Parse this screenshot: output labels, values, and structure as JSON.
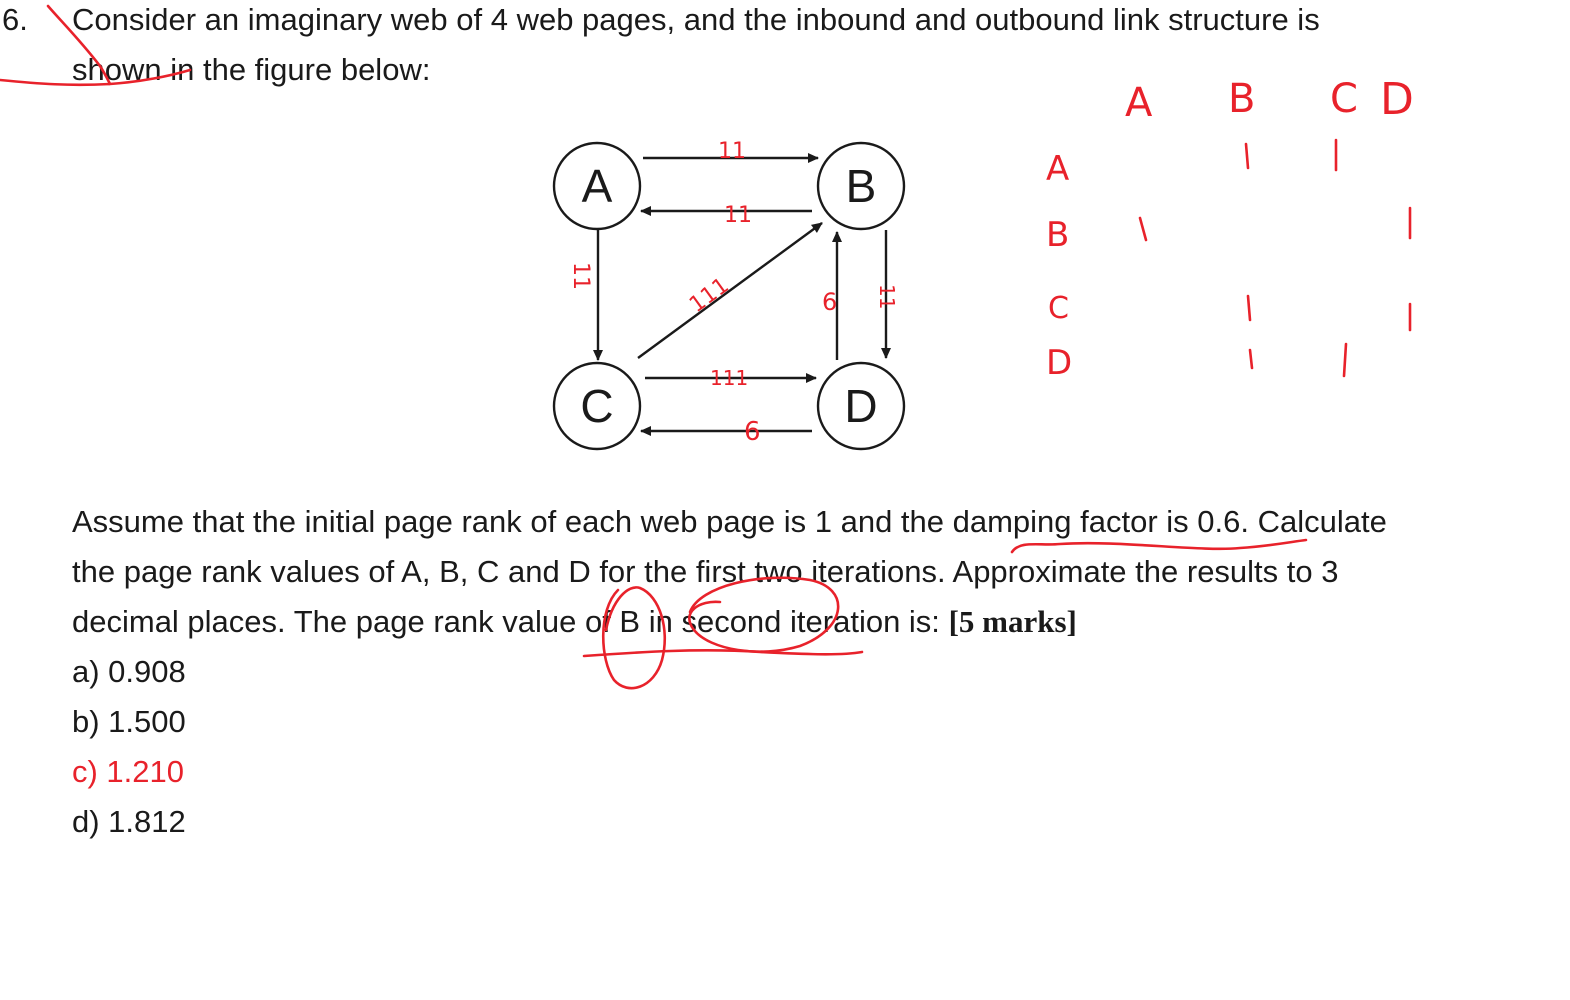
{
  "question": {
    "number": "6.",
    "intro_line1": "Consider an imaginary web of 4 web pages, and the inbound and outbound link structure is",
    "intro_line2": "shown in the figure below:",
    "body_line1": "Assume that the initial page rank of each web page is 1 and the damping factor is 0.6. Calculate",
    "body_line2": "the page rank values of A, B, C and D for the first two iterations. Approximate the results to 3",
    "body_line3": "decimal places. The page rank value of B in second iteration is:",
    "marks": "[5 marks]"
  },
  "options": [
    {
      "label": "a) 0.908"
    },
    {
      "label": "b) 1.500"
    },
    {
      "label": "c) 1.210"
    },
    {
      "label": "d) 1.812"
    }
  ],
  "diagram": {
    "nodes": [
      "A",
      "B",
      "C",
      "D"
    ],
    "edges": [
      {
        "from": "A",
        "to": "B"
      },
      {
        "from": "B",
        "to": "A"
      },
      {
        "from": "A",
        "to": "C"
      },
      {
        "from": "C",
        "to": "B"
      },
      {
        "from": "D",
        "to": "B"
      },
      {
        "from": "B",
        "to": "D"
      },
      {
        "from": "C",
        "to": "D"
      },
      {
        "from": "D",
        "to": "C"
      }
    ]
  },
  "handwritten": {
    "matrix_headers": [
      "A",
      "B",
      "C",
      "D"
    ],
    "matrix_rows": [
      "A",
      "B",
      "C",
      "D"
    ],
    "edge_marks": [
      "11",
      "11",
      "11",
      "111",
      "111",
      "6",
      "6",
      "11"
    ]
  },
  "colors": {
    "ink": "#e8222b",
    "text": "#1a1a1a",
    "selected_option": "#e8222b"
  }
}
